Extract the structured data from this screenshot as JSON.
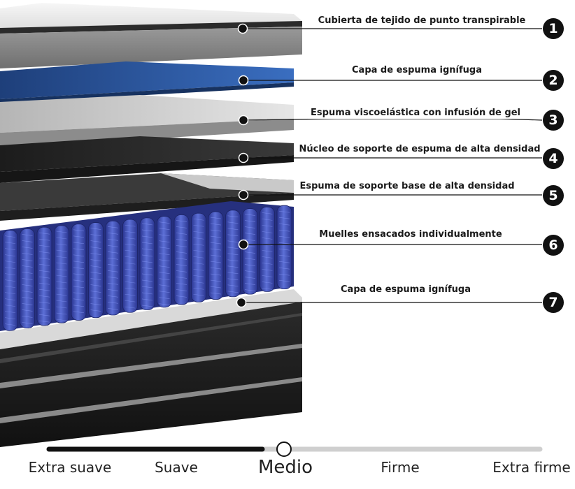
{
  "layers": [
    {
      "number": "1",
      "label": "Cubierta de tejido de punto transpirable"
    },
    {
      "number": "2",
      "label": "Capa de espuma ignífuga"
    },
    {
      "number": "3",
      "label": "Espuma viscoelástica con infusión de gel"
    },
    {
      "number": "4",
      "label": "Núcleo de soporte de espuma de alta densidad"
    },
    {
      "number": "5",
      "label": "Espuma de soporte base de alta densidad"
    },
    {
      "number": "6",
      "label": "Muelles ensacados individualmente"
    },
    {
      "number": "7",
      "label": "Capa de espuma ignífuga"
    }
  ],
  "firmness_scale": {
    "labels": [
      "Extra suave",
      "Suave",
      "Medio",
      "Firme",
      "Extra firme"
    ],
    "selected": "Medio",
    "value_fraction": 0.5
  },
  "colors": {
    "cover": "#f1f1f1",
    "grey_foam": "#8a8a8a",
    "blue_foam": "#2d5aa6",
    "black_foam": "#2a2a2a",
    "springs": "#3b4bb0",
    "base": "#1b1b1b",
    "callout": "#111111"
  }
}
